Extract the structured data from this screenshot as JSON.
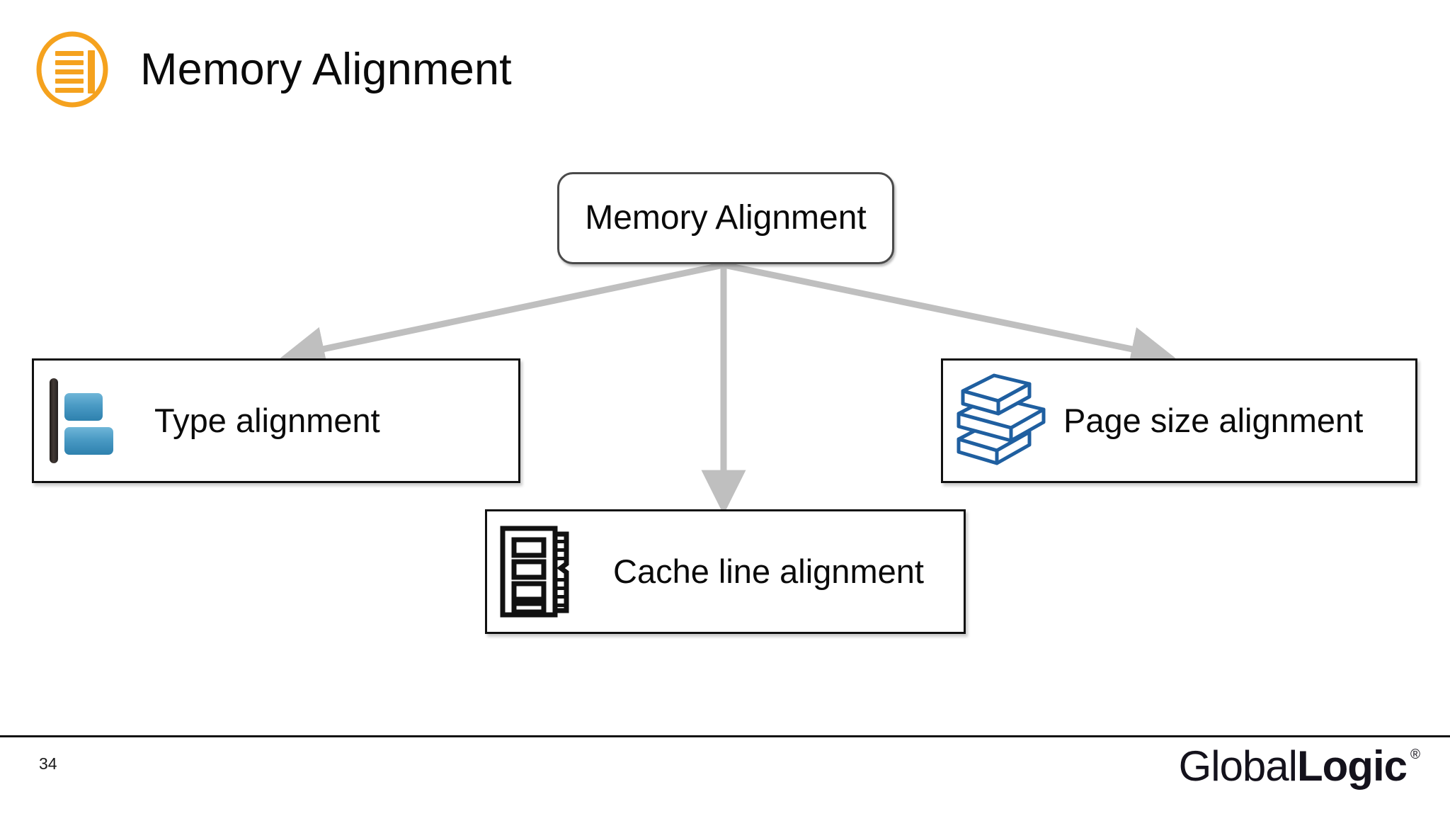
{
  "slide": {
    "title": "Memory Alignment",
    "title_icon": "document-lines-circle-icon",
    "accent_color": "#F5A21E",
    "background_color": "#FFFFFF"
  },
  "diagram": {
    "type": "tree",
    "root": {
      "label": "Memory Alignment",
      "border_color": "#4A4A4A",
      "fill_color": "#FFFFFF"
    },
    "connector_color": "#BFBFBF",
    "children": [
      {
        "label": "Type alignment",
        "icon": "align-left-icon",
        "icon_accent_color": "#4A9AC4",
        "icon_bar_color": "#302A28",
        "border_color": "#111111"
      },
      {
        "label": "Cache line alignment",
        "icon": "memory-module-icon",
        "icon_accent_color": "#111111",
        "border_color": "#111111"
      },
      {
        "label": "Page size alignment",
        "icon": "stacked-slabs-icon",
        "icon_accent_color": "#1F5FA0",
        "border_color": "#111111"
      }
    ]
  },
  "footer": {
    "page_number": "34",
    "brand_first": "Global",
    "brand_second": "Logic",
    "brand_registered": "®"
  }
}
